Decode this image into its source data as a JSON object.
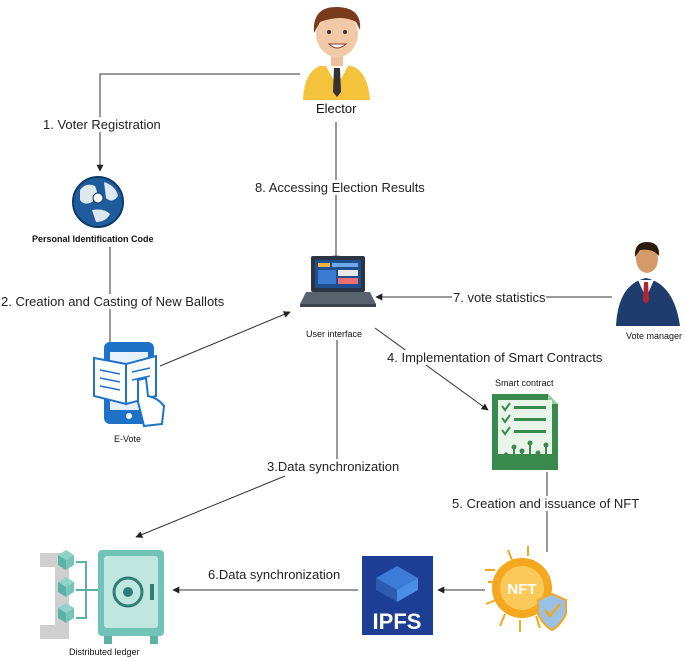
{
  "actors": {
    "elector": "Elector",
    "vote_manager": "Vote manager"
  },
  "nodes": {
    "personal_id": "Personal Identification Code",
    "user_interface": "User interface",
    "evote": "E-Vote",
    "smart_contract": "Smart contract",
    "ipfs": "IPFS",
    "distributed_ledger": "Distributed ledger",
    "nft_badge": "NFT"
  },
  "steps": {
    "s1": "1. Voter Registration",
    "s2": "2. Creation and Casting of New Ballots",
    "s3": "3.Data synchronization",
    "s4": "4. Implementation of Smart Contracts",
    "s5": "5. Creation and issuance of NFT",
    "s6": "6.Data synchronization",
    "s7": "7. vote statistics",
    "s8": "8. Accessing Election Results"
  },
  "colors": {
    "elector_jacket": "#f5c33b",
    "manager_suit": "#1f3c6e",
    "smart_contract_doc": "#3a8a4e",
    "ipfs_bg": "#1c3f95",
    "nft_gold": "#f3a81f",
    "ledger_teal": "#6fc3b7"
  }
}
